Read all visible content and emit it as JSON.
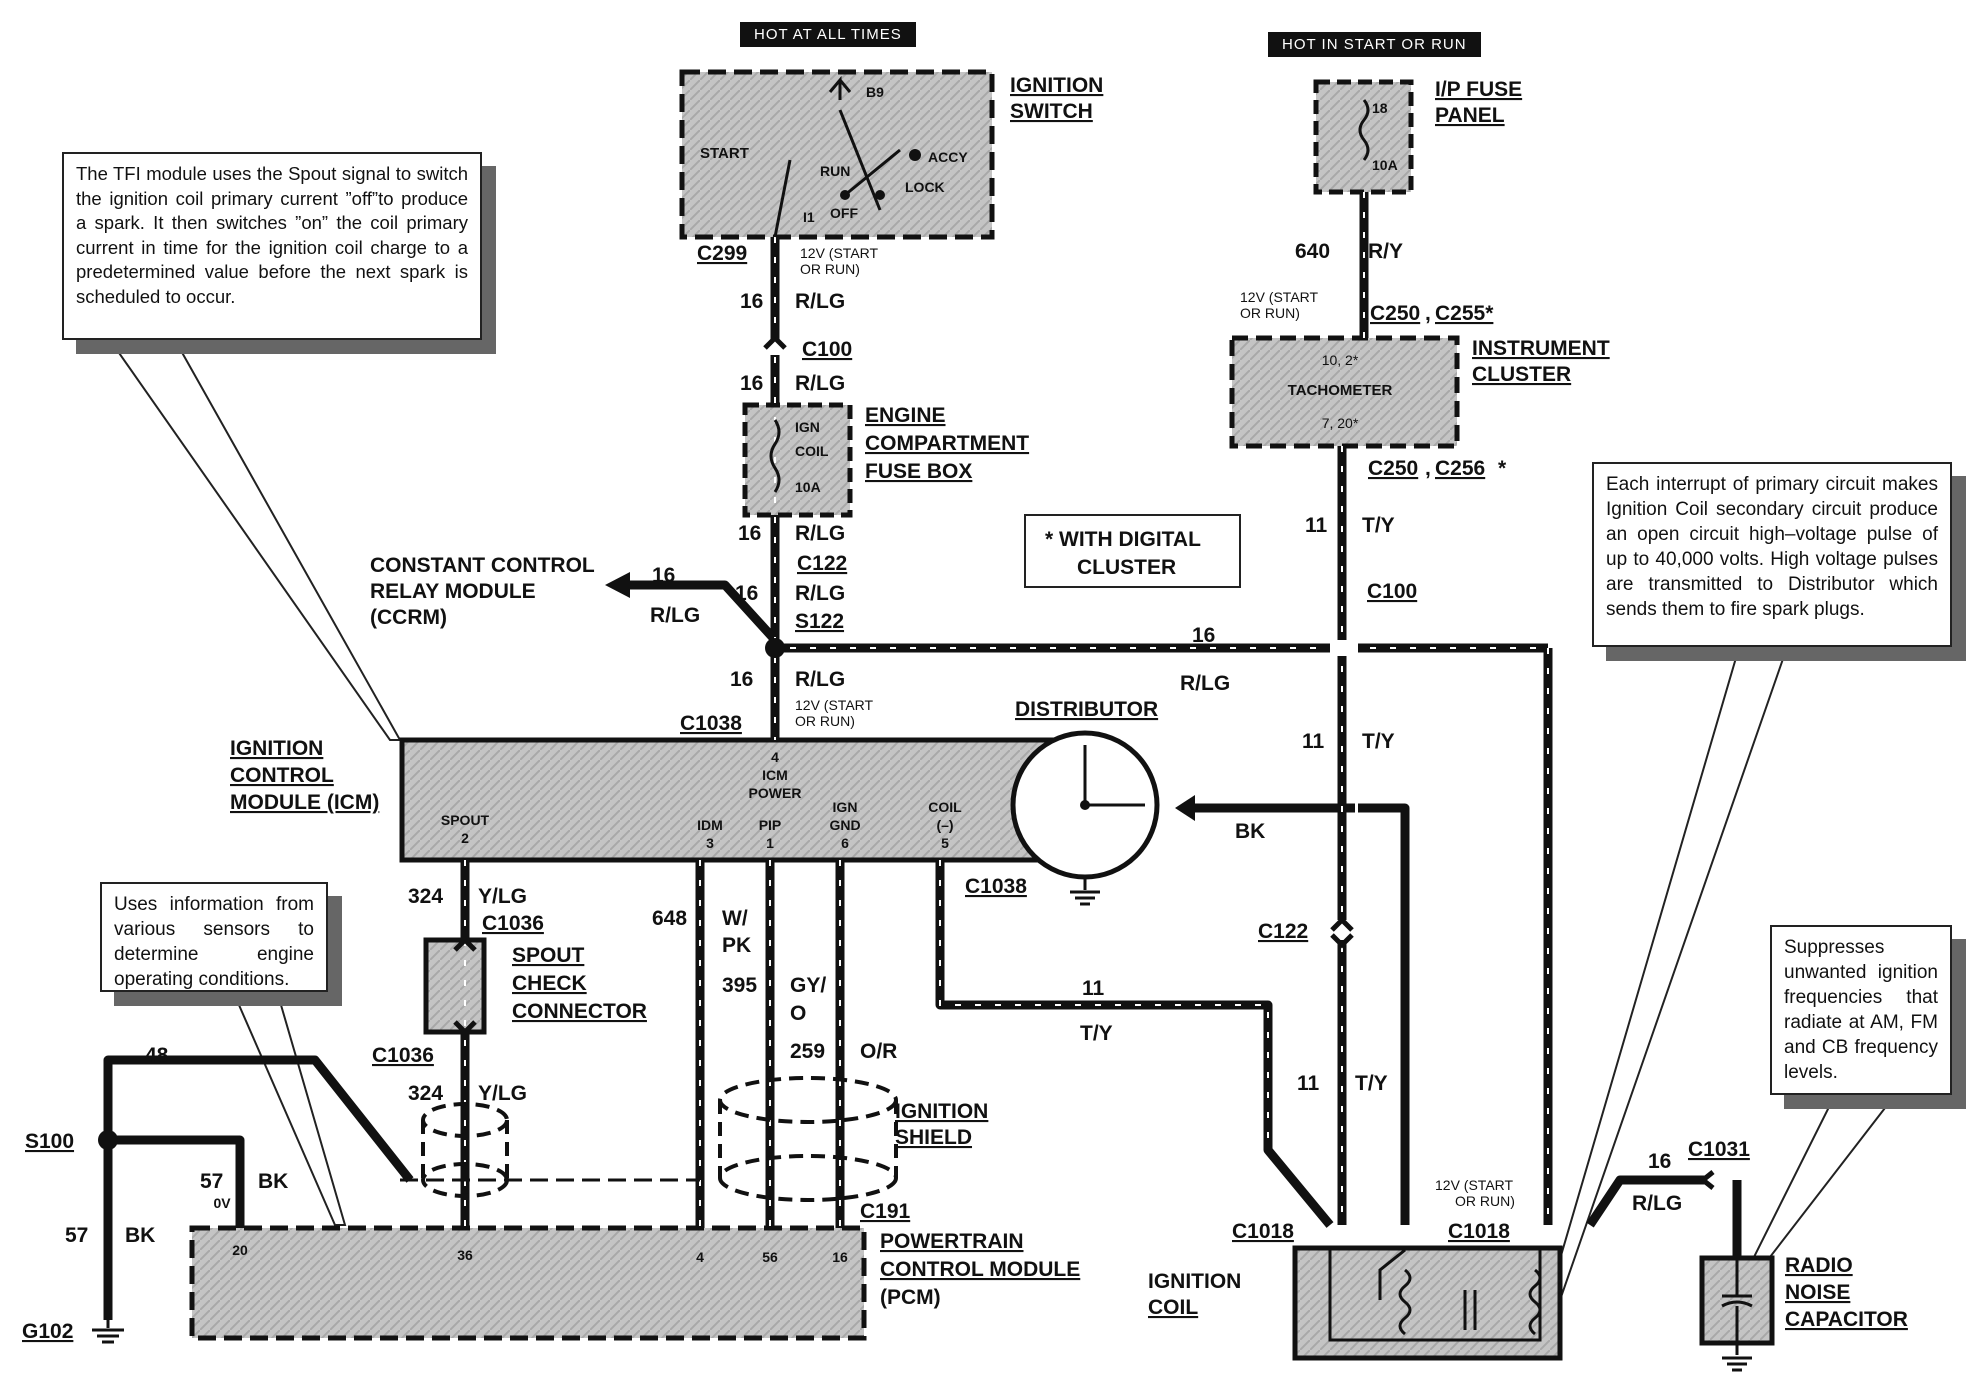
{
  "tags": {
    "hot_all": "HOT AT ALL TIMES",
    "hot_start": "HOT IN START OR RUN"
  },
  "components": {
    "ignition_switch": [
      "IGNITION",
      "SWITCH"
    ],
    "ip_fuse": [
      "I/P FUSE",
      "PANEL"
    ],
    "instrument_cluster": [
      "INSTRUMENT",
      "CLUSTER"
    ],
    "ecfb": [
      "ENGINE",
      "COMPARTMENT",
      "FUSE BOX"
    ],
    "ccrm": [
      "CONSTANT CONTROL",
      "RELAY MODULE",
      "(CCRM)"
    ],
    "icm": [
      "IGNITION",
      "CONTROL",
      "MODULE (ICM)"
    ],
    "distributor": "DISTRIBUTOR",
    "spout_connector": [
      "SPOUT",
      "CHECK",
      "CONNECTOR"
    ],
    "ignition_shield": [
      "IGNITION",
      "SHIELD"
    ],
    "pcm": [
      "POWERTRAIN",
      "CONTROL MODULE",
      "(PCM)"
    ],
    "ignition_coil": [
      "IGNITION",
      "COIL"
    ],
    "radio_cap": [
      "RADIO",
      "NOISE",
      "CAPACITOR"
    ],
    "digital_note": [
      "*  WITH DIGITAL",
      "CLUSTER"
    ]
  },
  "switch_positions": {
    "b9": "B9",
    "start": "START",
    "run": "RUN",
    "accy": "ACCY",
    "lock": "LOCK",
    "off": "OFF",
    "i1": "I1"
  },
  "fuse_labels": {
    "ip_fuse_num": "18",
    "ip_fuse_amp": "10A",
    "ign_coil": [
      "IGN",
      "COIL"
    ],
    "ign_amp": "10A"
  },
  "cluster_pins": {
    "top": "10, 2*",
    "name": "TACHOMETER",
    "bottom": "7, 20*"
  },
  "icm_pins": {
    "power": [
      "4",
      "ICM",
      "POWER"
    ],
    "spout": [
      "SPOUT",
      "2"
    ],
    "idm": [
      "IDM",
      "3"
    ],
    "pip": [
      "PIP",
      "1"
    ],
    "ign_gnd": [
      "IGN",
      "GND",
      "6"
    ],
    "coil": [
      "COIL",
      "(–)",
      "5"
    ]
  },
  "pcm_pins": {
    "p20": "20",
    "p36": "36",
    "p4": "4",
    "p56": "56",
    "p16": "16",
    "ov": "0V"
  },
  "connectors": {
    "c299": "C299",
    "c100a": "C100",
    "c122a": "C122",
    "s122": "S122",
    "c1038a": "C1038",
    "c1038b": "C1038",
    "c1036a": "C1036",
    "c1036b": "C1036",
    "s100": "S100",
    "g102": "G102",
    "c191": "C191",
    "c250a": "C250",
    "c255": "C255*",
    "c250b": "C250",
    "c256": "C256",
    "c100b": "C100",
    "c122b": "C122",
    "c1018a": "C1018",
    "c1018b": "C1018",
    "c1031": "C1031"
  },
  "wires": {
    "n16": "16",
    "rlg": "R/LG",
    "n640": "640",
    "ry": "R/Y",
    "n11": "11",
    "ty": "T/Y",
    "n324": "324",
    "ylg": "Y/LG",
    "n648": "648",
    "wpk": [
      "W/",
      "PK"
    ],
    "n395": "395",
    "gyo": [
      "GY/",
      "O"
    ],
    "n259": "259",
    "or": "O/R",
    "n48": "48",
    "n57": "57",
    "bk": "BK",
    "twelve_v": [
      "12V (START",
      "OR RUN)"
    ],
    "star": "*",
    "comma": ","
  },
  "notes": {
    "tfi": "The TFI module uses the Spout signal to switch the ignition coil primary current ”off”to produce a spark. It then switches ”on” the coil primary current in time for the ignition coil charge to a predetermined value before the next spark is scheduled to occur.",
    "pcm": "Uses information from various sensors to determine engine operating conditions.",
    "coil": "Each interrupt of primary circuit makes Ignition Coil secondary circuit produce an open circuit high–voltage pulse of up to 40,000 volts. High voltage pulses are transmitted to Distributor which sends them to fire spark plugs.",
    "cap": "Suppresses unwanted ignition frequencies that radiate at AM, FM and CB frequency levels."
  },
  "colors": {
    "wire": "#111111",
    "component_fill": "#bdbdbd",
    "note_shadow": "#666666"
  }
}
